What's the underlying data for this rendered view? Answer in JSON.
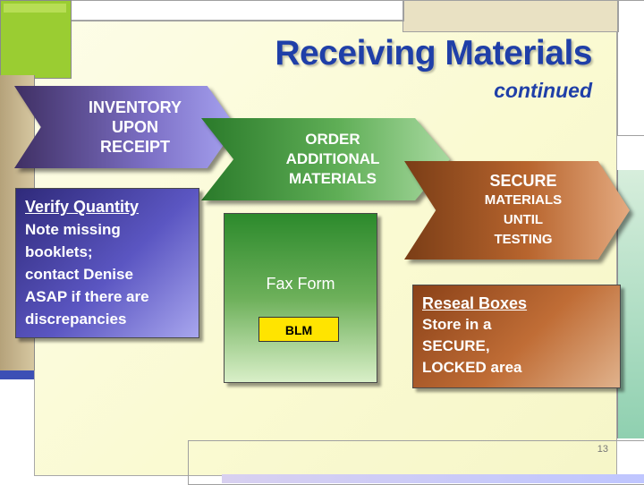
{
  "title": "Receiving Materials",
  "subtitle": "continued",
  "chevrons": [
    {
      "lines": [
        "INVENTORY",
        "UPON",
        "RECEIPT"
      ]
    },
    {
      "lines": [
        "ORDER",
        "ADDITIONAL",
        "MATERIALS"
      ]
    },
    {
      "lines": [
        "SECURE",
        "MATERIALS",
        "UNTIL",
        "TESTING"
      ]
    }
  ],
  "left_box": {
    "heading": "Verify Quantity",
    "lines": [
      "Note missing",
      "booklets;",
      "contact Denise",
      "ASAP if there are",
      "discrepancies"
    ]
  },
  "center_box": {
    "label": "Fax Form",
    "tag": "BLM"
  },
  "right_box": {
    "heading": "Reseal Boxes",
    "lines": [
      "Store in a",
      "SECURE,",
      "LOCKED area"
    ]
  },
  "page_number": "13",
  "colors": {
    "title": "#1f3fa8",
    "purple": "#5b56c2",
    "green": "#5fae56",
    "brown": "#b8652e",
    "yellow_tag": "#ffe400"
  }
}
